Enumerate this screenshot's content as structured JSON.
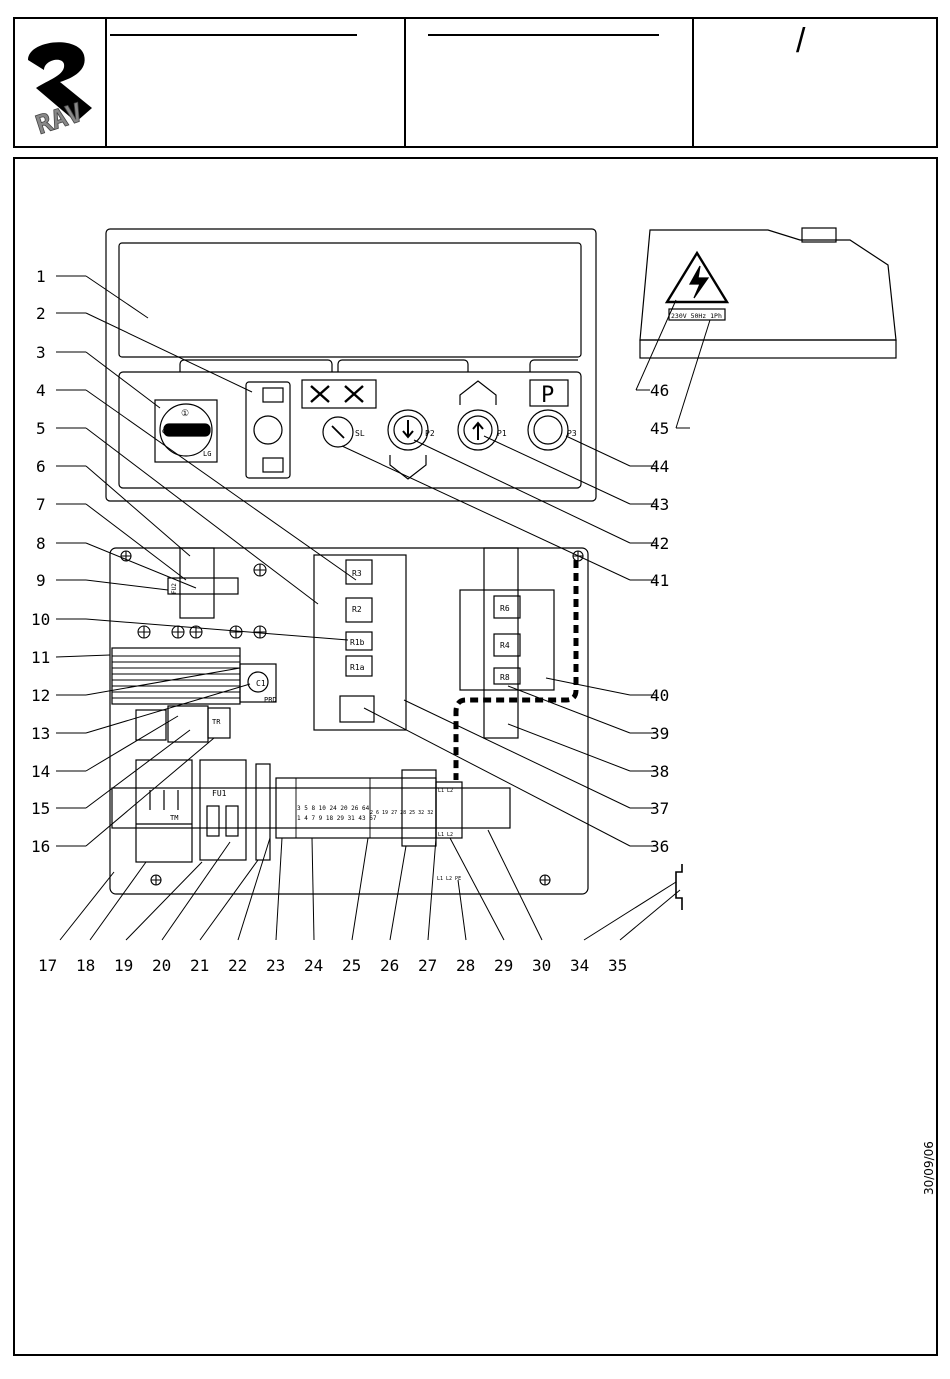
{
  "logo": {
    "text": "RAV"
  },
  "header": {
    "slash": "/"
  },
  "panel": {
    "selector_letters": [
      "①",
      "⊖",
      "LG"
    ],
    "buttons": {
      "sl": "SL",
      "p1": "P1",
      "p2": "P2",
      "p3": "P3",
      "p_sign": "P"
    },
    "relays": [
      "R3",
      "R2",
      "R1b",
      "R1a",
      "R6",
      "R4",
      "R8"
    ],
    "fuse_label": "FU1",
    "fuse2_label": "FU2",
    "timer_label": "TM",
    "transformer_label": "TR",
    "thermal_label": "C1",
    "thermal_sub": "PRD",
    "terminal_top": "3 5 8 10 24 20 26 64",
    "terminal_bot": "1 4 7 9 18 29 31 43 67",
    "terminal_right": "2 6 19 27 28 25 32 32",
    "supply_terms_top": "L1 L2",
    "supply_terms_bot": "L1 L2",
    "supply_terms_ext": "L1 L2 PE",
    "voltage_plate": "230V 50Hz 1Ph"
  },
  "callouts": [
    "1",
    "2",
    "3",
    "4",
    "5",
    "6",
    "7",
    "8",
    "9",
    "10",
    "11",
    "12",
    "13",
    "14",
    "15",
    "16",
    "17",
    "18",
    "19",
    "20",
    "21",
    "22",
    "23",
    "24",
    "25",
    "26",
    "27",
    "28",
    "29",
    "30",
    "34",
    "35",
    "36",
    "37",
    "38",
    "39",
    "40",
    "41",
    "42",
    "43",
    "44",
    "45",
    "46"
  ],
  "date": "30/09/06"
}
